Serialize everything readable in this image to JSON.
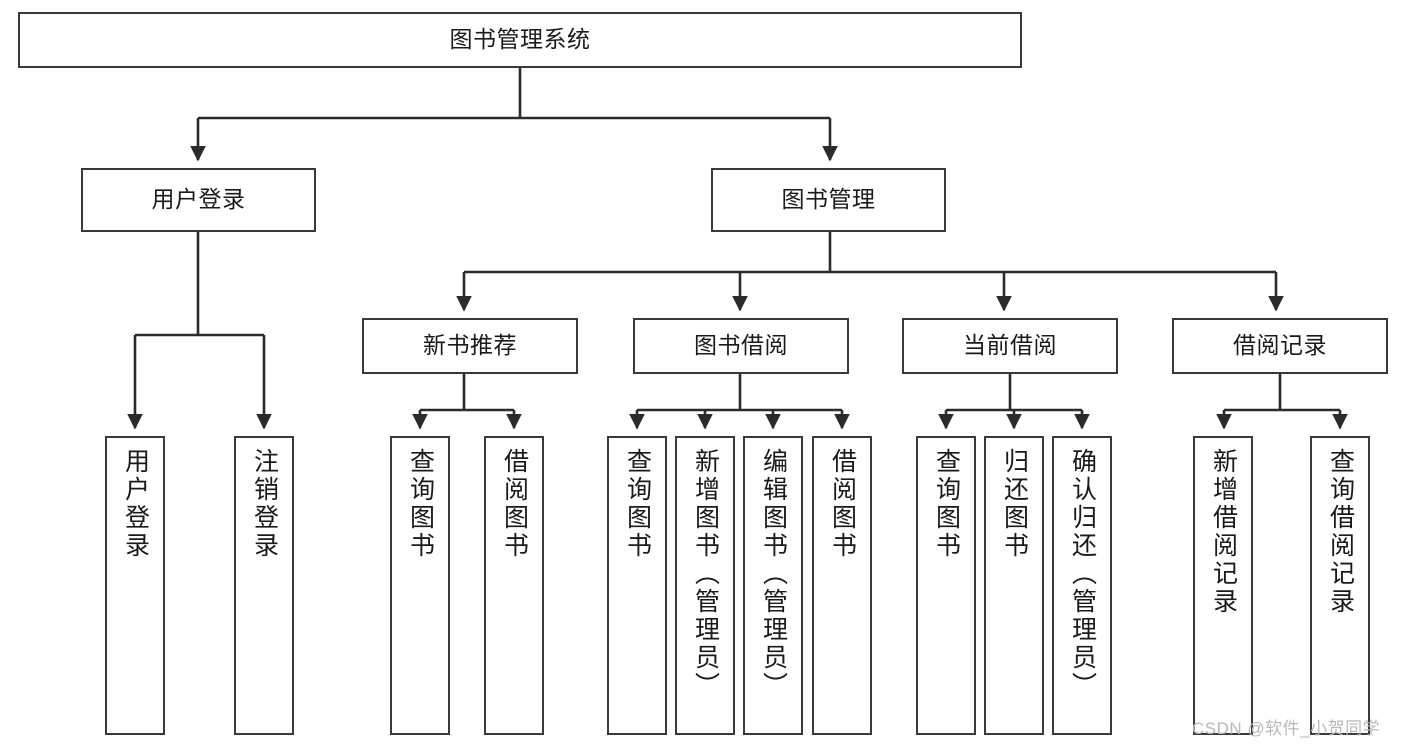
{
  "diagram": {
    "title": "图书管理系统",
    "type": "hierarchy-tree",
    "watermark": "CSDN @软件_小贺同学",
    "colors": {
      "box_border": "#3a3a3a",
      "box_fill": "#ffffff",
      "connector": "#2b2b2b",
      "text": "#1a1a1a",
      "watermark": "#b9b9b9",
      "background": "#ffffff"
    }
  },
  "nodes": {
    "root": {
      "label": "图书管理系统"
    },
    "level2": [
      {
        "label": "用户登录"
      },
      {
        "label": "图书管理"
      }
    ],
    "level3": [
      {
        "label": "新书推荐"
      },
      {
        "label": "图书借阅"
      },
      {
        "label": "当前借阅"
      },
      {
        "label": "借阅记录"
      }
    ],
    "leaves": {
      "user_login": [
        {
          "label": "用户登录"
        },
        {
          "label": "注销登录"
        }
      ],
      "new_book_recommend": [
        {
          "label": "查询图书"
        },
        {
          "label": "借阅图书"
        }
      ],
      "book_borrow": [
        {
          "label": "查询图书"
        },
        {
          "label": "新增图书（管理员）"
        },
        {
          "label": "编辑图书（管理员）"
        },
        {
          "label": "借阅图书"
        }
      ],
      "current_borrow": [
        {
          "label": "查询图书"
        },
        {
          "label": "归还图书"
        },
        {
          "label": "确认归还（管理员）"
        }
      ],
      "borrow_record": [
        {
          "label": "新增借阅记录"
        },
        {
          "label": "查询借阅记录"
        }
      ]
    }
  }
}
